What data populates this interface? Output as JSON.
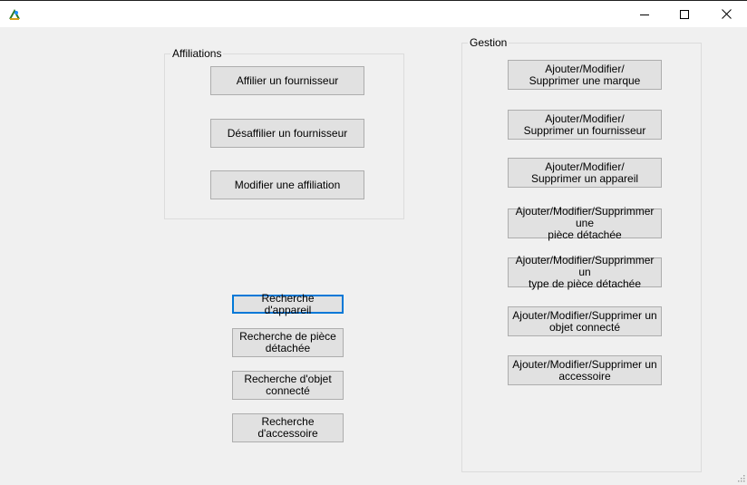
{
  "window": {
    "app_icon": "app-logo-icon",
    "controls": [
      "minimize-icon",
      "maximize-icon",
      "close-icon"
    ]
  },
  "affiliations": {
    "title": "Affiliations",
    "buttons": [
      "Affilier un fournisseur",
      "Désaffilier un fournisseur",
      "Modifier une affiliation"
    ]
  },
  "recherche": {
    "buttons": [
      "Recherche d'appareil",
      "Recherche de pièce\ndétachée",
      "Recherche d'objet\nconnecté",
      "Recherche\nd'accessoire"
    ]
  },
  "gestion": {
    "title": "Gestion",
    "buttons": [
      "Ajouter/Modifier/\nSupprimer une marque",
      "Ajouter/Modifier/\nSupprimer un fournisseur",
      "Ajouter/Modifier/\nSupprimer un appareil",
      "Ajouter/Modifier/Supprimmer une\npièce détachée",
      "Ajouter/Modifier/Supprimmer un\ntype de pièce détachée",
      "Ajouter/Modifier/Supprimer un\nobjet connecté",
      "Ajouter/Modifier/Supprimer un\naccessoire"
    ]
  },
  "colors": {
    "focus_border": "#0078d7",
    "background": "#f0f0f0",
    "button_face": "#e1e1e1"
  }
}
